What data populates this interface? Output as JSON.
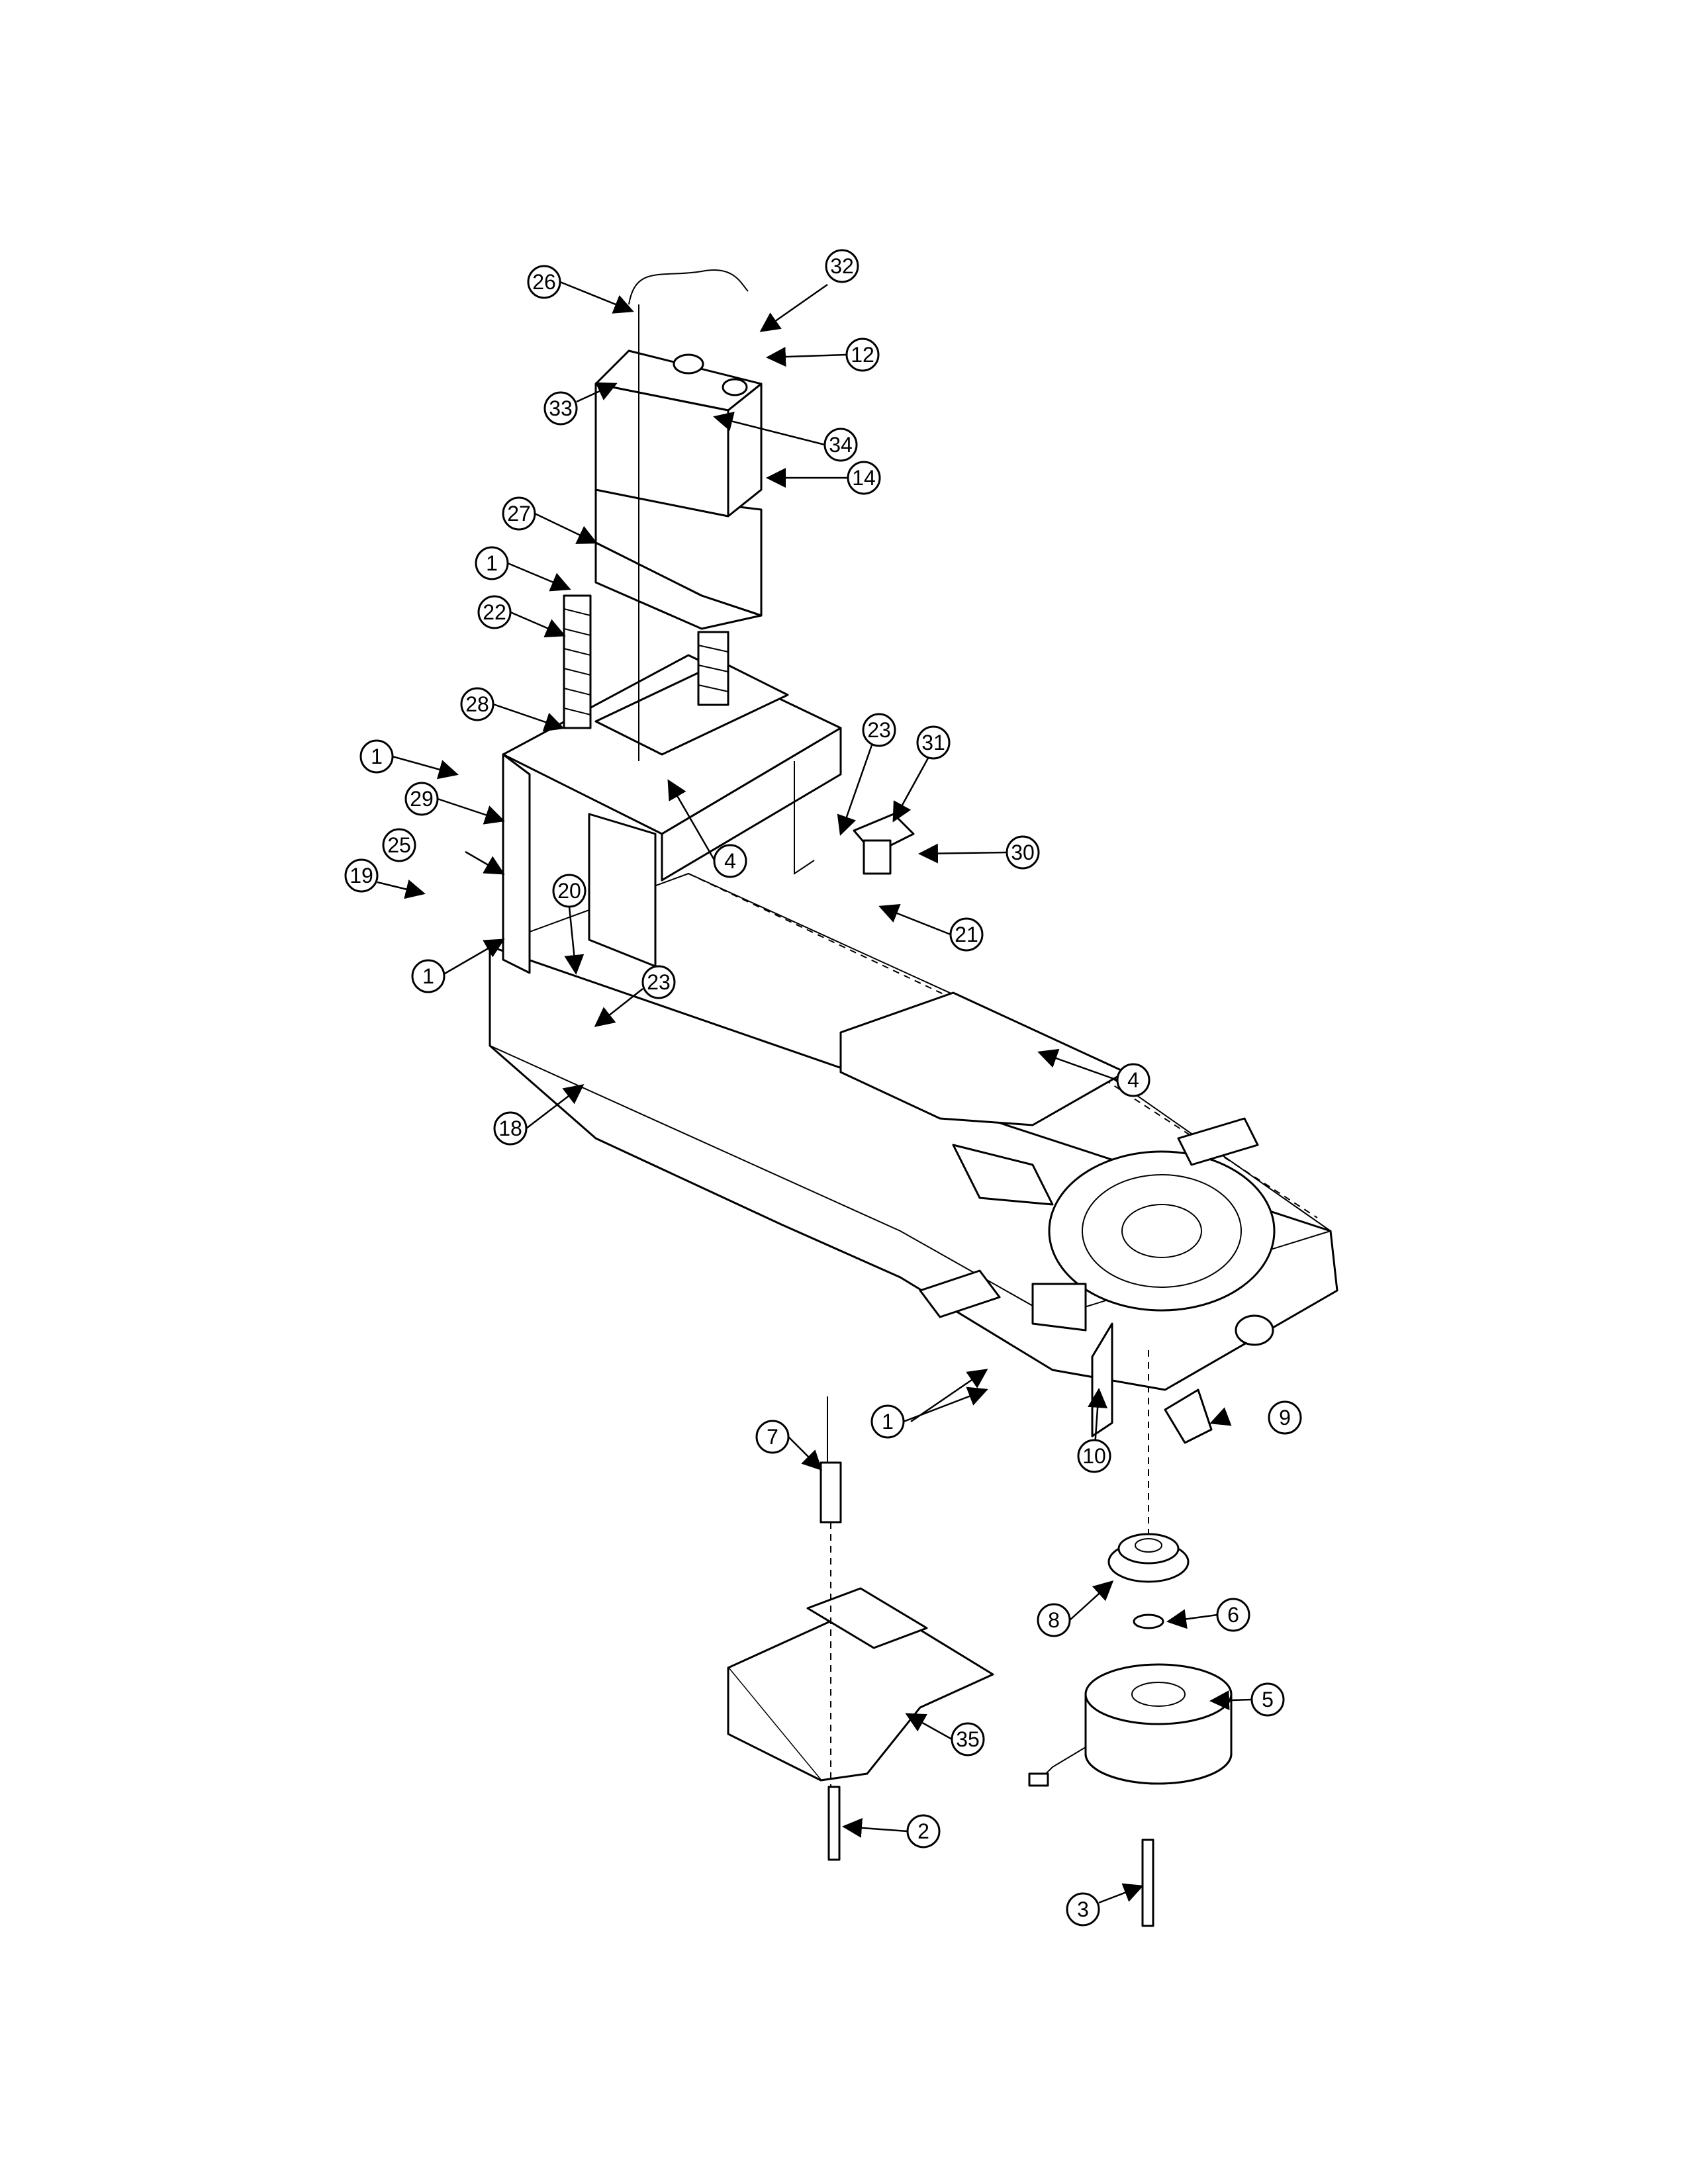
{
  "callouts": [
    "1",
    "2",
    "3",
    "4",
    "5",
    "6",
    "7",
    "8",
    "9",
    "10",
    "12",
    "14",
    "18",
    "19",
    "20",
    "21",
    "22",
    "23",
    "25",
    "26",
    "27",
    "28",
    "29",
    "30",
    "31",
    "32",
    "33",
    "34",
    "35"
  ]
}
